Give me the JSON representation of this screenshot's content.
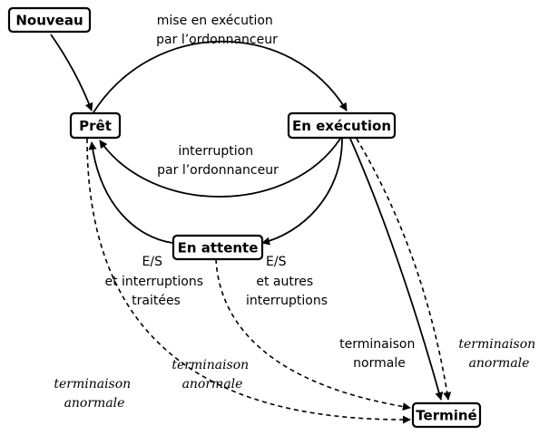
{
  "nodes": {
    "nouveau": "Nouveau",
    "pret": "Prêt",
    "execution": "En exécution",
    "attente": "En attente",
    "termine": "Terminé"
  },
  "labels": {
    "dispatch": [
      "mise en exécution",
      "par l’ordonnanceur"
    ],
    "interrupt": [
      "interruption",
      "par l’ordonnanceur"
    ],
    "io_done": [
      "E/S",
      "et interruptions",
      "traitées"
    ],
    "io_wait": [
      "E/S",
      "et autres",
      "interruptions"
    ],
    "normal_exit": [
      "terminaison",
      "normale"
    ],
    "abnormal_exec": [
      "terminaison",
      "anormale"
    ],
    "abnormal_wait": [
      "terminaison",
      "anormale"
    ],
    "abnormal_ready": [
      "terminaison",
      "anormale"
    ]
  },
  "colors": {
    "stroke": "#000000",
    "fill": "#ffffff"
  }
}
